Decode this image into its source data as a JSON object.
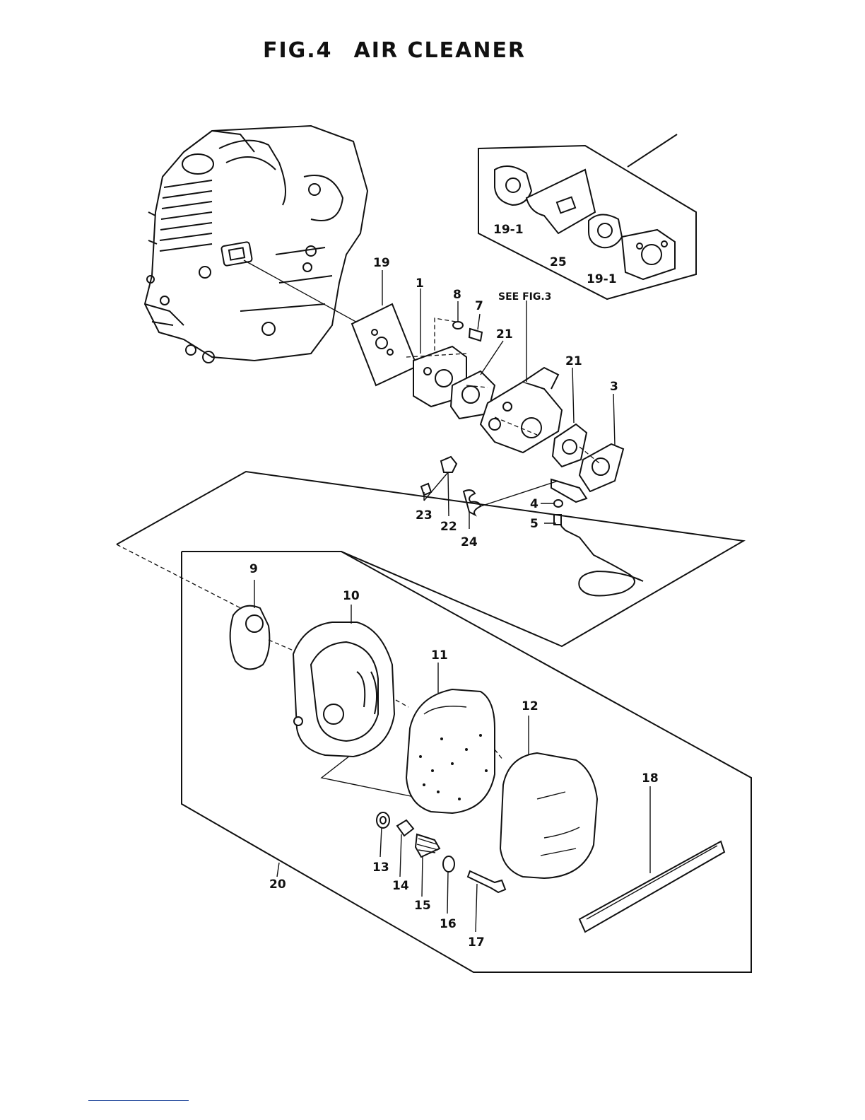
{
  "figure": {
    "number": "FIG.4",
    "title": "AIR CLEANER"
  },
  "reference_note": "SEE FIG.3",
  "callouts": {
    "c1": "1",
    "c3": "3",
    "c4": "4",
    "c5": "5",
    "c7": "7",
    "c8": "8",
    "c9": "9",
    "c10": "10",
    "c11": "11",
    "c12": "12",
    "c13": "13",
    "c14": "14",
    "c15": "15",
    "c16": "16",
    "c17": "17",
    "c18": "18",
    "c19": "19",
    "c19_1a": "19-1",
    "c19_1b": "19-1",
    "c20": "20",
    "c21a": "21",
    "c21b": "21",
    "c22": "22",
    "c23": "23",
    "c24": "24",
    "c25": "25"
  }
}
